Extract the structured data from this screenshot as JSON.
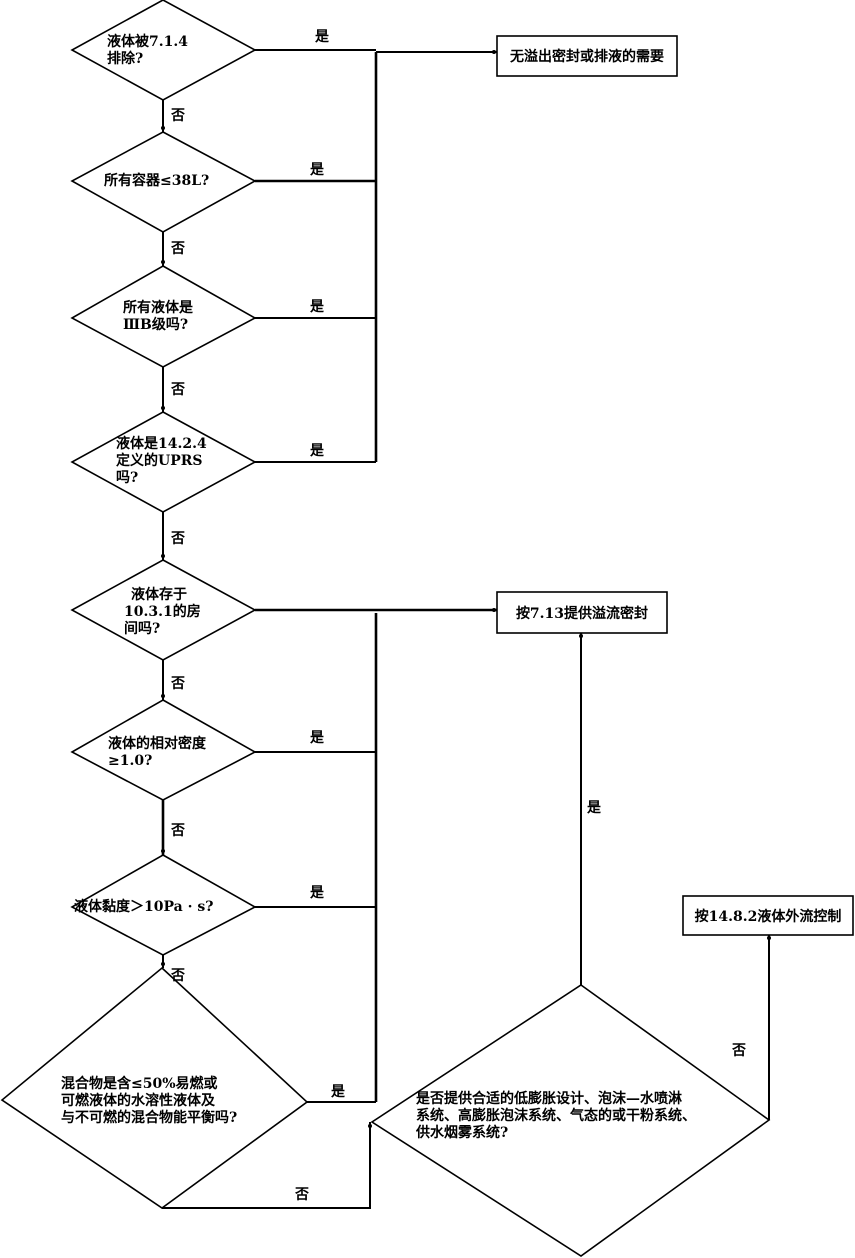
{
  "decisions": [
    {
      "id": "d1",
      "lines": [
        "液体被7.1.4",
        "排除?"
      ],
      "yes": "是",
      "no": "否"
    },
    {
      "id": "d2",
      "lines": [
        "所有容器≤38L?"
      ],
      "yes": "是",
      "no": "否"
    },
    {
      "id": "d3",
      "lines": [
        "所有液体是",
        "ⅢB级吗?"
      ],
      "yes": "是",
      "no": "否"
    },
    {
      "id": "d4",
      "lines": [
        "液体是14.2.4",
        "定义的UPRS",
        "吗?"
      ],
      "yes": "是",
      "no": "否"
    },
    {
      "id": "d5",
      "lines": [
        "液体存于",
        "10.3.1的房",
        "间吗?"
      ],
      "yes": "",
      "no": "否"
    },
    {
      "id": "d6",
      "lines": [
        "液体的相对密度",
        "≥1.0?"
      ],
      "yes": "是",
      "no": "否"
    },
    {
      "id": "d7",
      "lines": [
        "液体黏度＞10Pa · s?"
      ],
      "yes": "是",
      "no": "否"
    },
    {
      "id": "d8",
      "lines": [
        "混合物是含≤50%易燃或",
        "可燃液体的水溶性液体及",
        "与不可燃的混合物能平衡吗?"
      ],
      "yes": "是",
      "no": "否"
    },
    {
      "id": "d9",
      "lines": [
        "是否提供合适的低膨胀设计、泡沫—水喷淋",
        "系统、高膨胀泡沫系统、气态的或干粉系统、",
        "供水烟雾系统?"
      ],
      "yes": "是",
      "no": "否"
    }
  ],
  "outcomes": [
    {
      "id": "o1",
      "text": "无溢出密封或排液的需要"
    },
    {
      "id": "o2",
      "text": "按7.13提供溢流密封"
    },
    {
      "id": "o3",
      "text": "按14.8.2液体外流控制"
    }
  ]
}
